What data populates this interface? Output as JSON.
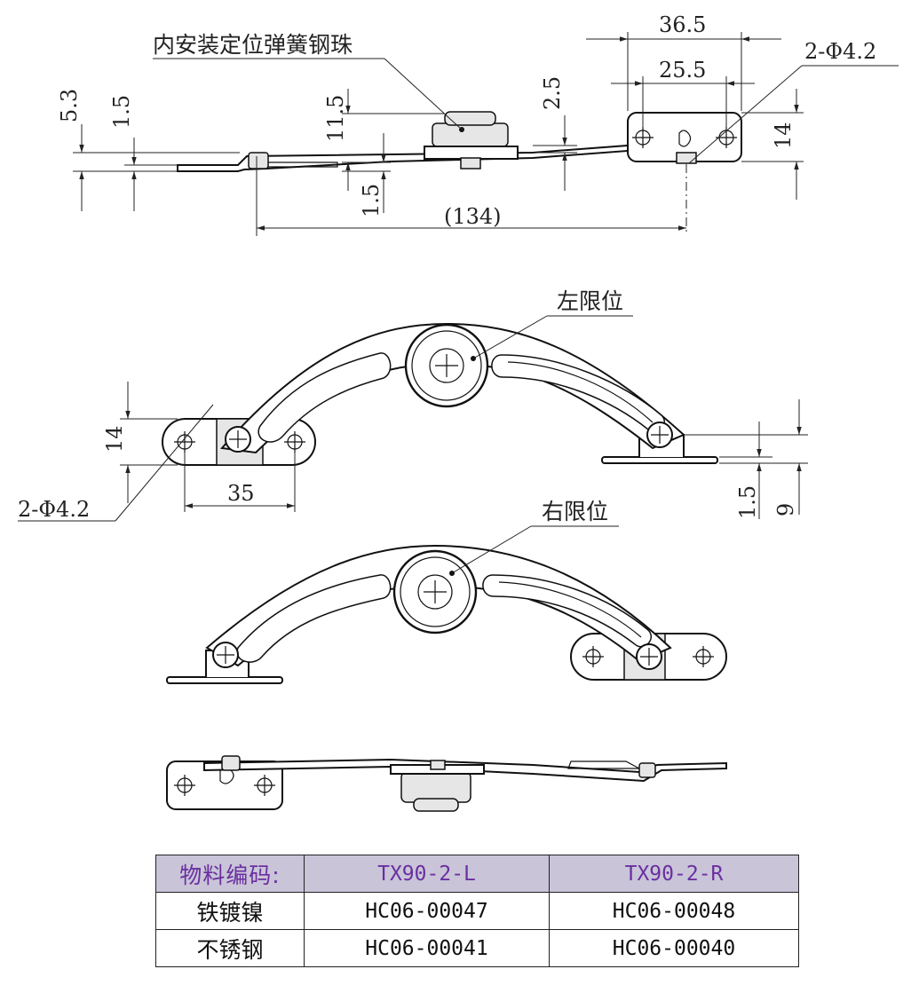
{
  "annotations": {
    "ball_note": "内安装定位弹簧钢珠",
    "left_limit": "左限位",
    "right_limit": "右限位"
  },
  "dimensions": {
    "top_view": {
      "width_outer": "36.5",
      "width_inner": "25.5",
      "holes": "2-Φ4.2",
      "height_total": "5.3",
      "offset_left": "1.5",
      "hub_height": "11.5",
      "hub_gap": "1.5",
      "plate_offset": "2.5",
      "plate_height": "14",
      "length": "(134)"
    },
    "left_limit_view": {
      "plate_height": "14",
      "holes": "2-Φ4.2",
      "hole_spacing": "35",
      "plate_thickness": "1.5",
      "height": "9"
    }
  },
  "table": {
    "header": {
      "label": "物料编码:",
      "col1": "TX90-2-L",
      "col2": "TX90-2-R"
    },
    "rows": [
      {
        "label": "铁镀镍",
        "col1": "HC06-00047",
        "col2": "HC06-00048"
      },
      {
        "label": "不锈钢",
        "col1": "HC06-00041",
        "col2": "HC06-00040"
      }
    ],
    "colors": {
      "header_bg": "#c9c4d8",
      "header_text": "#6a2fa0"
    }
  }
}
